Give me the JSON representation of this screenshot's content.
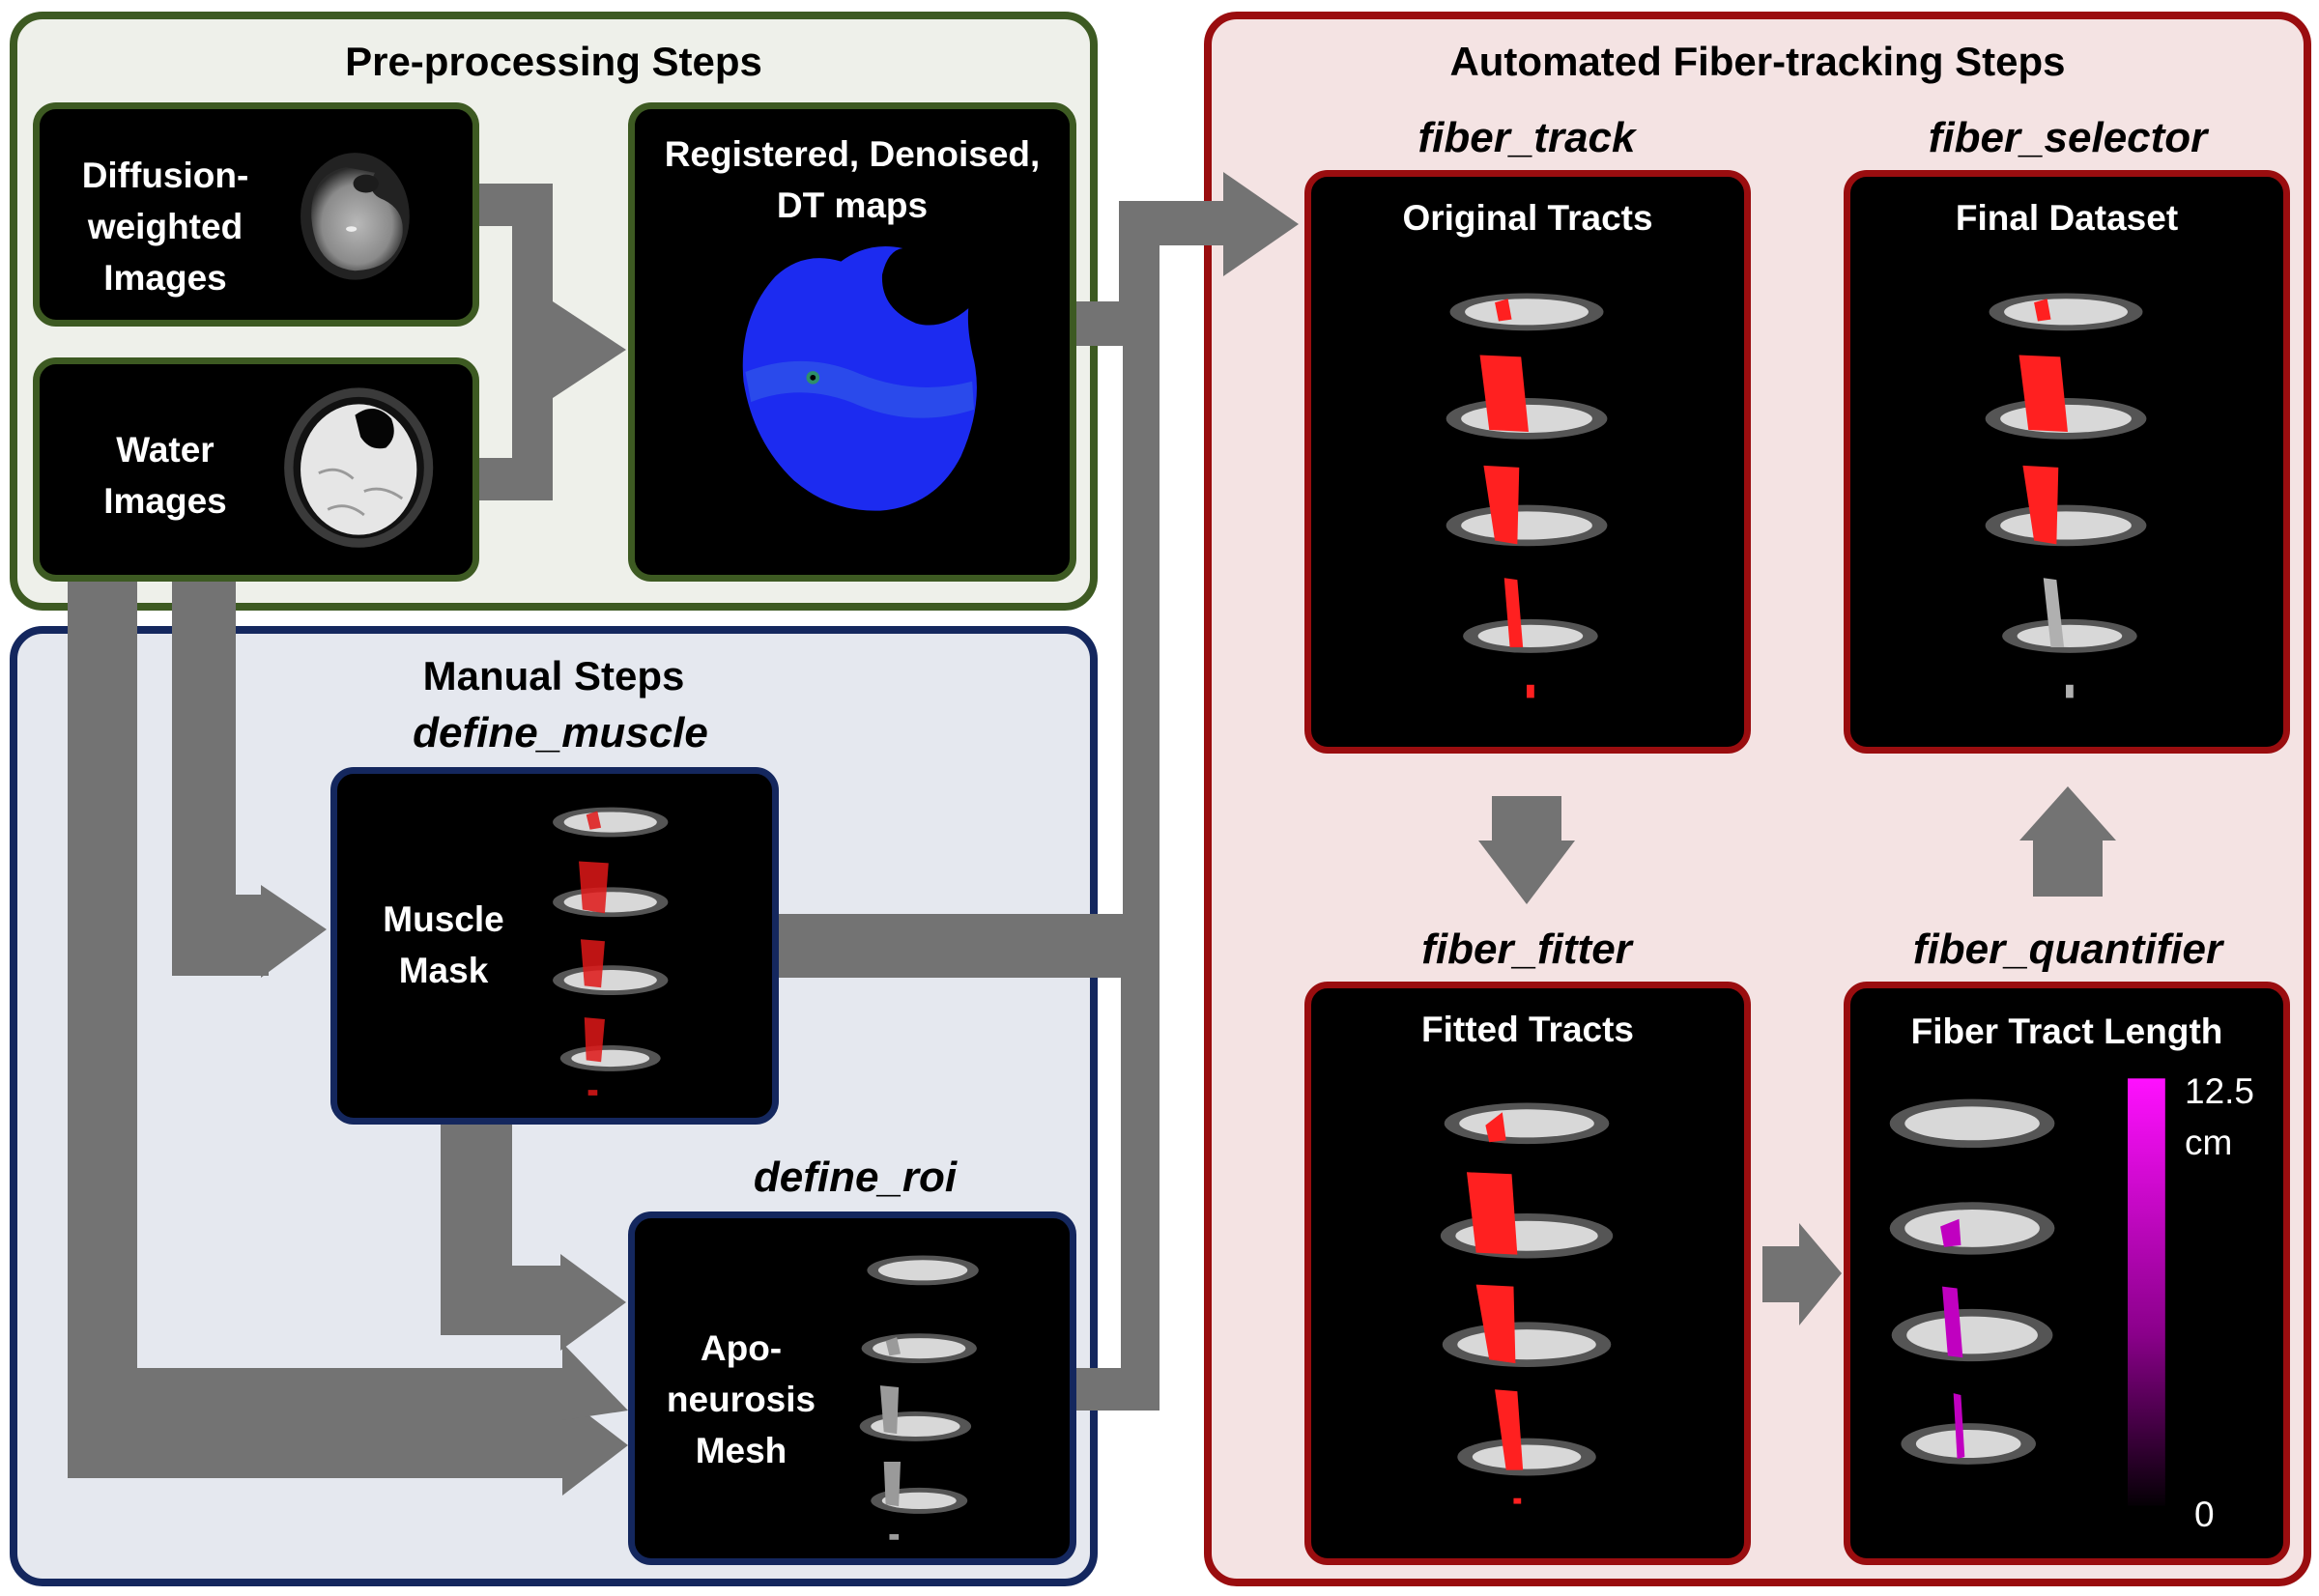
{
  "sections": {
    "preprocessing": {
      "title": "Pre-processing Steps",
      "border": "#3d5a22",
      "fill": "#eef0ea"
    },
    "manual": {
      "title": "Manual Steps",
      "border": "#14275e",
      "fill": "#e5e8ef"
    },
    "automated": {
      "title": "Automated Fiber-tracking Steps",
      "border": "#9a0d0f",
      "fill": "#f4e3e3"
    }
  },
  "panels": {
    "dwi": {
      "label": "Diffusion-\nweighted\nImages"
    },
    "water": {
      "label": "Water\nImages"
    },
    "registered": {
      "title": "Registered, Denoised,\nDT maps"
    },
    "muscle_mask": {
      "label": "Muscle\nMask"
    },
    "aponeurosis": {
      "label": "Apo-\nneurosis\nMesh"
    },
    "original_tracts": {
      "title": "Original Tracts"
    },
    "final_dataset": {
      "title": "Final Dataset"
    },
    "fitted_tracts": {
      "title": "Fitted Tracts"
    },
    "fiber_tract_length": {
      "title": "Fiber Tract Length",
      "colorbar_max": "12.5\ncm",
      "colorbar_min": "0"
    }
  },
  "functions": {
    "define_muscle": "define_muscle",
    "define_roi": "define_roi",
    "fiber_track": "fiber_track",
    "fiber_selector": "fiber_selector",
    "fiber_fitter": "fiber_fitter",
    "fiber_quantifier": "fiber_quantifier"
  },
  "colors": {
    "arrow": "#737373",
    "tract_red": "#ff2020",
    "tract_magenta": "#c000c0",
    "dt_blue": "#1c2bf0"
  }
}
